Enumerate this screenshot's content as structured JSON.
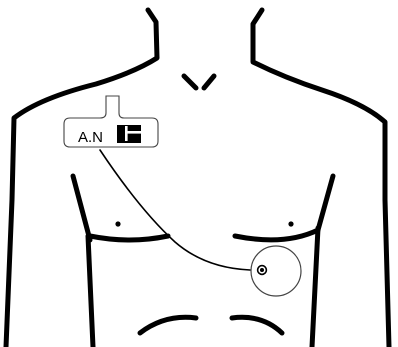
{
  "figure": {
    "device_label": "A.N",
    "colors": {
      "line": "#000000",
      "device_outline": "#444444",
      "background": "#ffffff"
    },
    "icons": [
      "torso-outline",
      "ecg-patch-device",
      "wire-lead",
      "electrode-pad"
    ]
  }
}
